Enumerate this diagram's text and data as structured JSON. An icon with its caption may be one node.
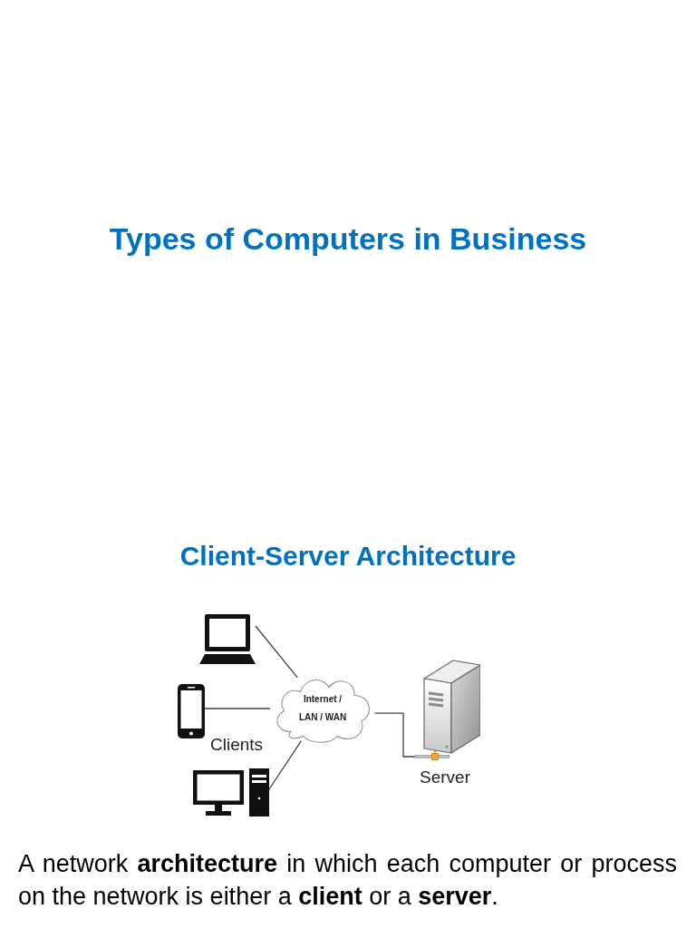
{
  "diagram": {
    "title": "Types of Computers in Business",
    "nodes": [
      {
        "text": [],
        "shape": "picture"
      },
      {
        "text": [],
        "shape": "picture"
      },
      {
        "text": [],
        "shape": "picture"
      },
      {
        "text": [
          "Internet / LAN / WAN"
        ]
      },
      {
        "text": [],
        "shape": "picture",
        "beside": [
          "Server"
        ]
      }
    ],
    "edges": [
      {
        "from": 0,
        "to": 3,
        "arrow": "none"
      },
      {
        "from": 1,
        "to": 3,
        "arrow": "none"
      },
      {
        "from": 2,
        "to": 3,
        "arrow": "none"
      },
      {
        "from": 3,
        "to": 4,
        "arrow": "none"
      }
    ],
    "labels": [
      "Client-Server Architecture",
      "Clients"
    ],
    "caption": "A network **architecture** in which each computer or process on the network is either a **client** or a **server**."
  }
}
